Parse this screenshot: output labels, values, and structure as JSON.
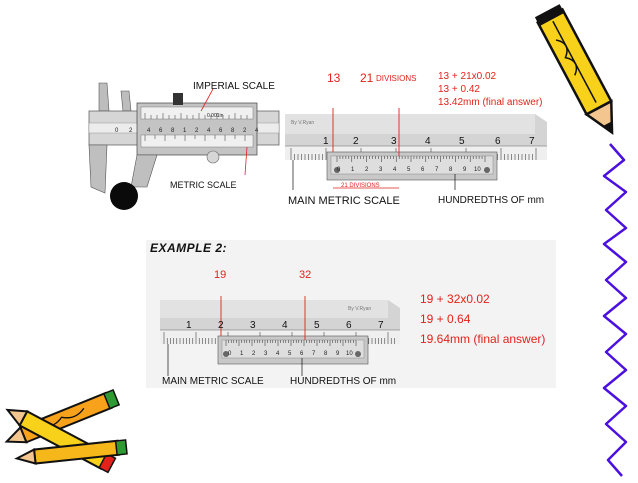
{
  "caliper": {
    "imperial_scale_label": "IMPERIAL SCALE",
    "metric_scale_label": "METRIC SCALE",
    "reading_label": "0.001in",
    "inch_ticks": [
      "0",
      "2",
      "4",
      "6",
      "8",
      "1",
      "2",
      "4",
      "6",
      "8",
      "2",
      "4"
    ],
    "vernier_ticks": [
      "0",
      "1",
      "2",
      "3",
      "4",
      "5",
      "6",
      "7",
      "8",
      "9",
      "10"
    ]
  },
  "example1": {
    "marker_main": "13",
    "marker_divisions": "21",
    "divisions_word": "DIVISIONS",
    "calc_line1": "13 + 21x0.02",
    "calc_line2": "13 + 0.42",
    "calc_line3": "13.42mm (final answer)",
    "credit": "By V.Ryan",
    "main_numbers": [
      "1",
      "2",
      "3",
      "4",
      "5",
      "6",
      "7"
    ],
    "vernier_numbers": [
      "0",
      "1",
      "2",
      "3",
      "4",
      "5",
      "6",
      "7",
      "8",
      "9",
      "10"
    ],
    "divisions_bracket": "21 DIVISIONS",
    "main_scale_label": "MAIN METRIC SCALE",
    "hundredths_label": "HUNDREDTHS OF mm"
  },
  "example2": {
    "heading": "EXAMPLE 2:",
    "marker_main": "19",
    "marker_divisions": "32",
    "calc_line1": "19 + 32x0.02",
    "calc_line2": "19 + 0.64",
    "calc_line3": "19.64mm (final answer)",
    "credit": "By V.Ryan",
    "main_numbers": [
      "1",
      "2",
      "3",
      "4",
      "5",
      "6",
      "7"
    ],
    "vernier_numbers": [
      "0",
      "1",
      "2",
      "3",
      "4",
      "5",
      "6",
      "7",
      "8",
      "9",
      "10"
    ],
    "main_scale_label": "MAIN METRIC SCALE",
    "hundredths_label": "HUNDREDTHS OF mm"
  },
  "colors": {
    "accent_red": "#e3231b",
    "border_blue": "#4b10e0",
    "pencil_yellow": "#f7d11a",
    "steel": "#c9c9c9"
  }
}
